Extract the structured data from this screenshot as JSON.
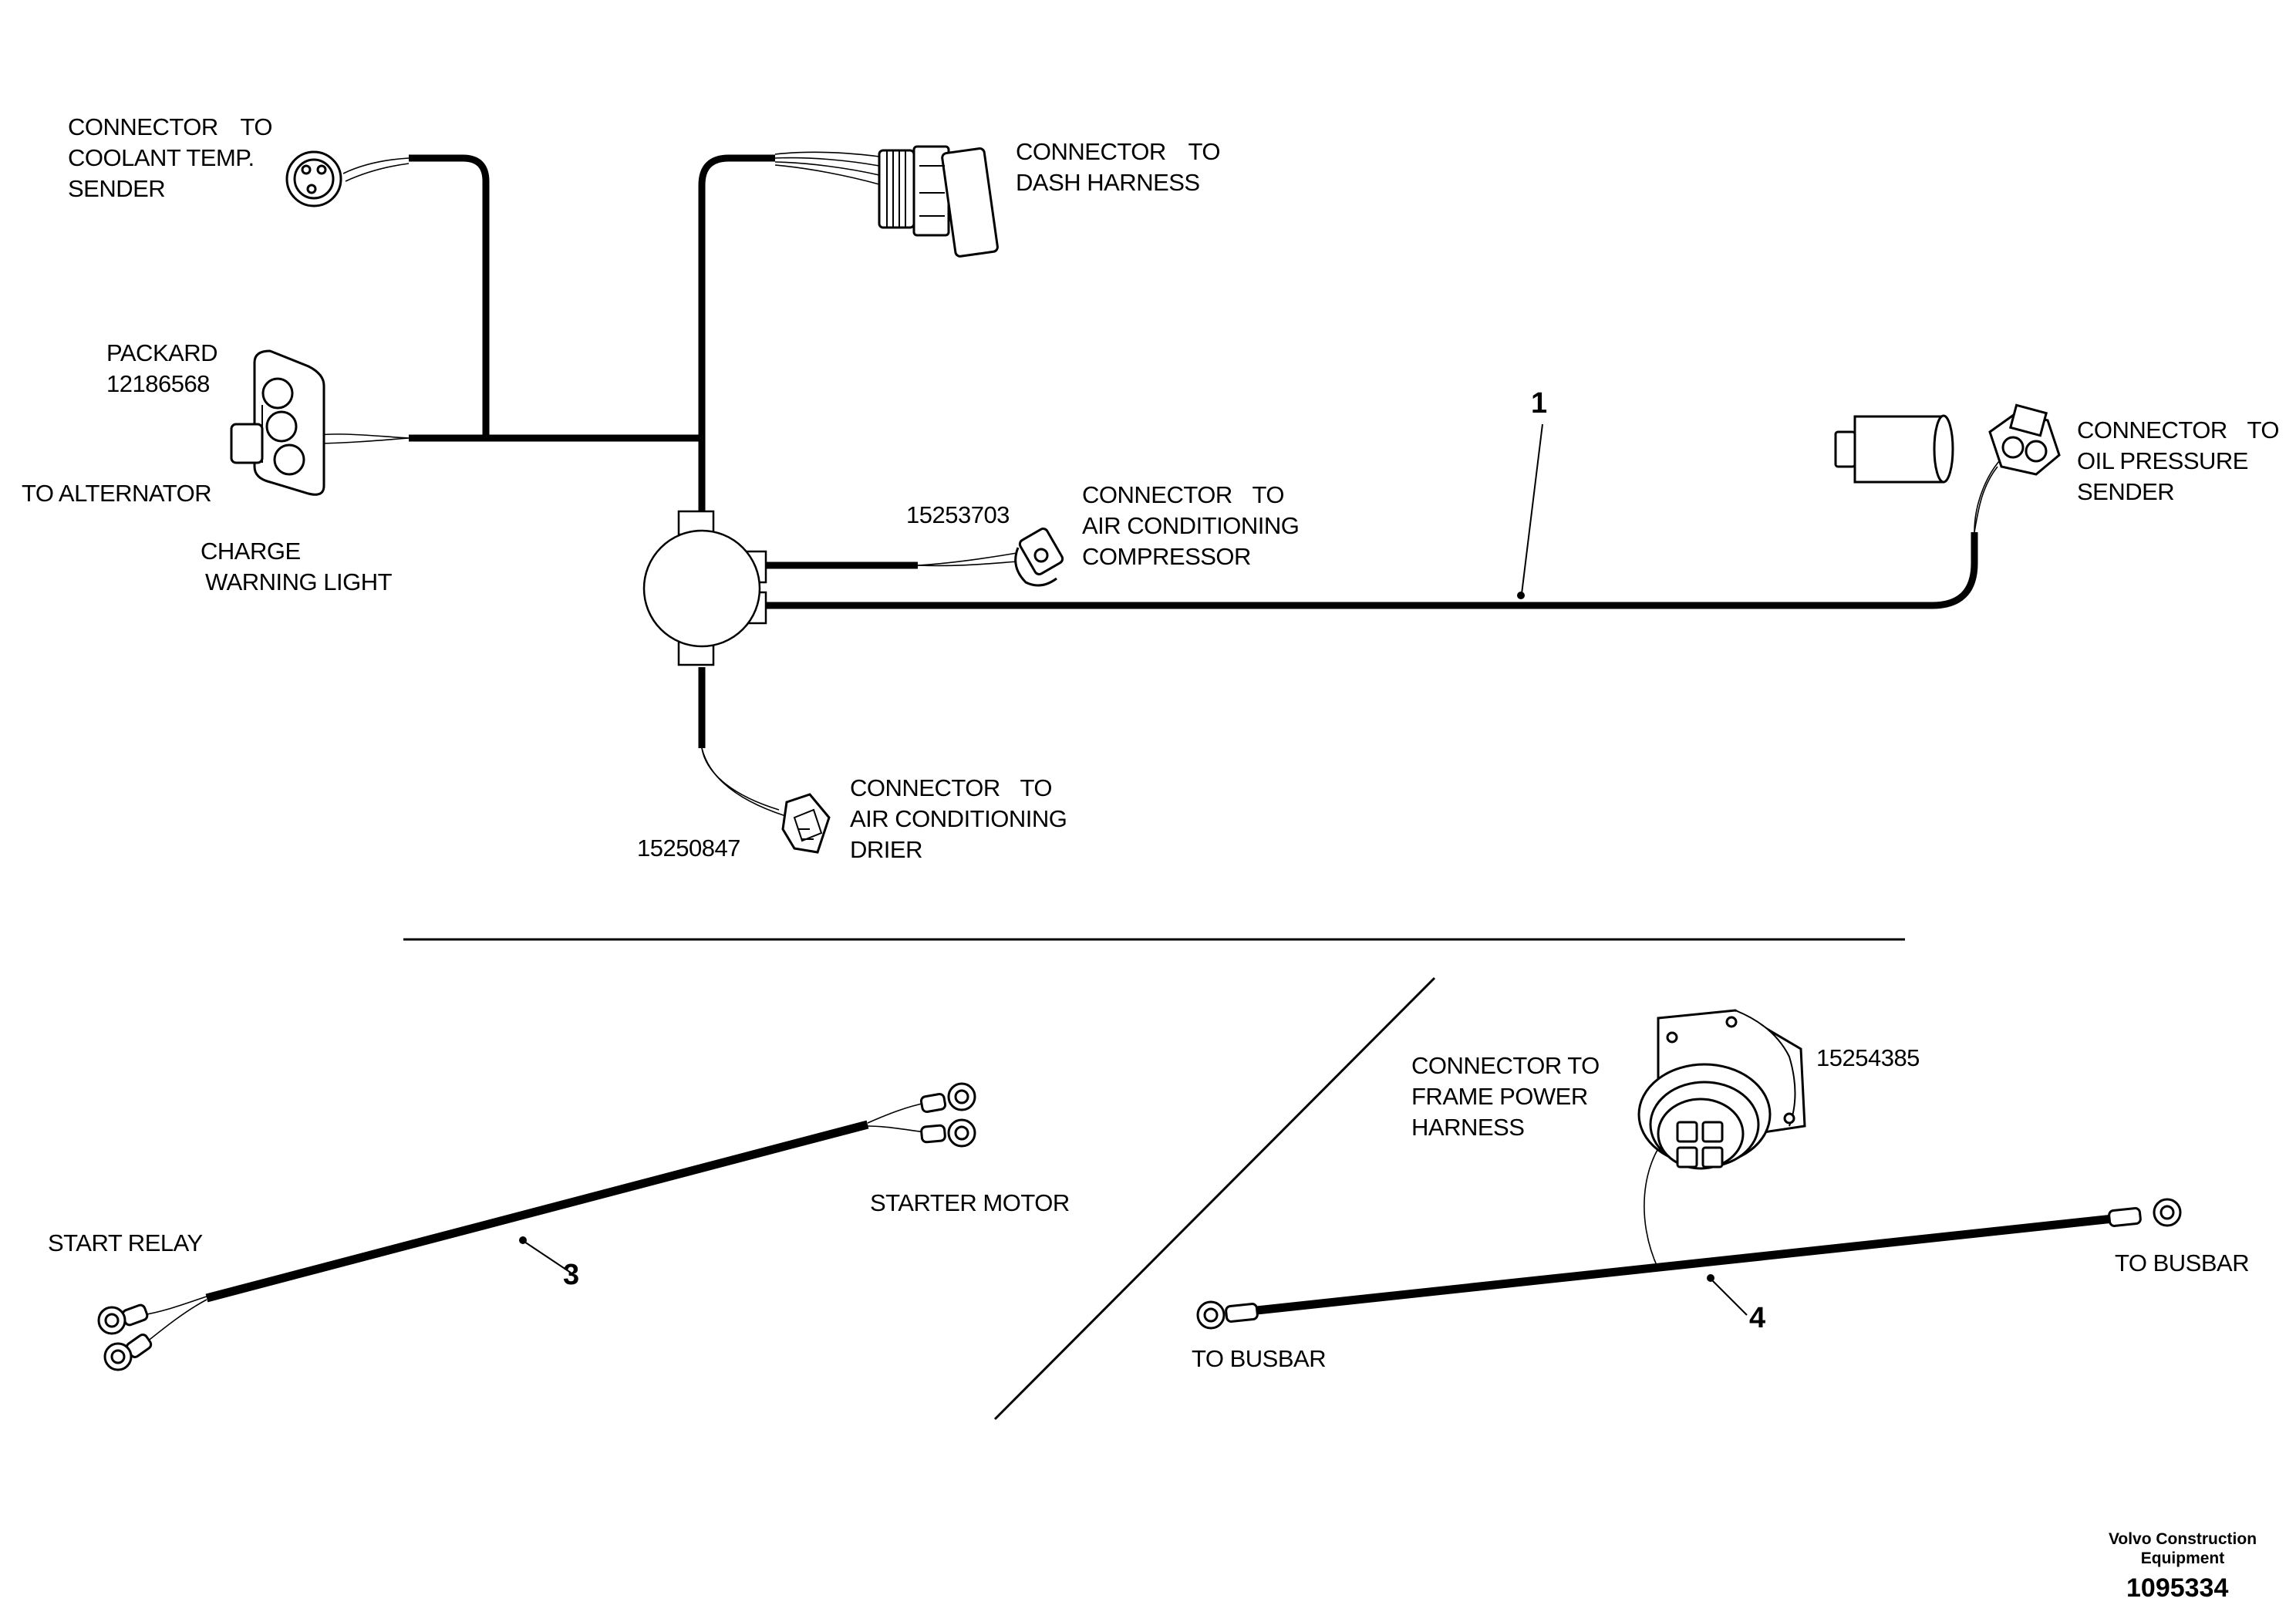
{
  "labels": {
    "coolant": [
      "CONNECTOR",
      "TO",
      "COOLANT TEMP.",
      "SENDER"
    ],
    "dash": [
      "CONNECTOR",
      "TO",
      "DASH HARNESS"
    ],
    "packard": [
      "PACKARD",
      "12186568"
    ],
    "alternator": "TO ALTERNATOR",
    "charge": [
      "CHARGE",
      "WARNING LIGHT"
    ],
    "ac_comp_part": "15253703",
    "ac_comp": [
      "CONNECTOR",
      "TO",
      "AIR CONDITIONING",
      "COMPRESSOR"
    ],
    "oil": [
      "CONNECTOR",
      "TO",
      "OIL PRESSURE",
      "SENDER"
    ],
    "drier_part": "15250847",
    "drier": [
      "CONNECTOR",
      "TO",
      "AIR CONDITIONING",
      "DRIER"
    ],
    "start_relay": "START RELAY",
    "starter_motor": "STARTER MOTOR",
    "frame": [
      "CONNECTOR TO",
      "FRAME POWER",
      "HARNESS"
    ],
    "frame_part": "15254385",
    "busbar_left": "TO BUSBAR",
    "busbar_right": "TO BUSBAR"
  },
  "callouts": {
    "item1": "1",
    "item3": "3",
    "item4": "4"
  },
  "footer": {
    "brand_line1": "Volvo Construction",
    "brand_line2": "Equipment",
    "drawing_number": "1095334"
  }
}
